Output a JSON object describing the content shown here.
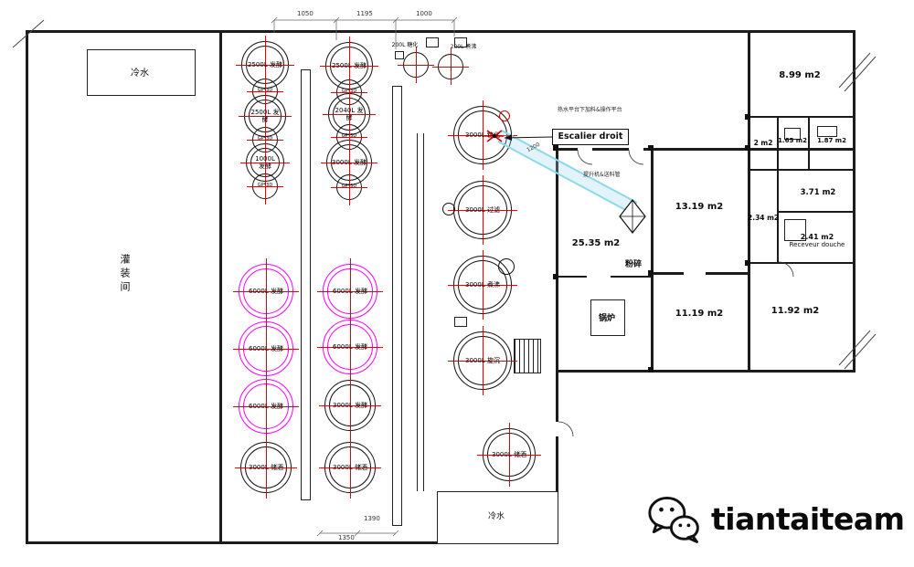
{
  "left_wing": {
    "cold_water_room": "冷水",
    "hall_name": "灌装间"
  },
  "bottom_room": {
    "label": "冷水"
  },
  "annotations": {
    "escalier": "Escalier droit",
    "mill": "粉碎",
    "boiler": "锅炉",
    "note_top": "热水平台下加料&操作平台",
    "note_mid": "提升机&送料管",
    "small_tank": "GP*3D"
  },
  "rooms": [
    {
      "area": "8.99 m2"
    },
    {
      "area": "2 m2"
    },
    {
      "area": "1.65 m2"
    },
    {
      "area": "1.87 m2"
    },
    {
      "area": "3.71 m2"
    },
    {
      "area": "2.34 m2"
    },
    {
      "area": "2.41 m2",
      "subtitle": "Receveur douche"
    },
    {
      "area": "13.19 m2"
    },
    {
      "area": "25.35 m2"
    },
    {
      "area": "11.19 m2"
    },
    {
      "area": "11.92 m2"
    }
  ],
  "tanks": [
    {
      "label": "2500L 发酵"
    },
    {
      "label": "2500L 发酵"
    },
    {
      "label": "1000L 发酵"
    },
    {
      "label": "2500L 发酵"
    },
    {
      "label": "2040L 发酵"
    },
    {
      "label": "3000L 发酵"
    },
    {
      "label": "6000L 发酵"
    },
    {
      "label": "6000L 发酵"
    },
    {
      "label": "6000L 发酵"
    },
    {
      "label": "3000L 储酒"
    },
    {
      "label": "6000L 发酵"
    },
    {
      "label": "6000L 发酵"
    },
    {
      "label": "3000L 发酵"
    },
    {
      "label": "3000L 储酒"
    },
    {
      "label": "3000L 糖化"
    },
    {
      "label": "3000L 过滤"
    },
    {
      "label": "3000L 煮沸"
    },
    {
      "label": "3000L 旋沉"
    },
    {
      "label": "3000L 储酒"
    },
    {
      "label": "200L 糖化"
    },
    {
      "label": "200L 煮沸"
    }
  ],
  "dimensions": {
    "d1050": "1050",
    "d1195": "1195",
    "d1000": "1000",
    "d1390": "1390",
    "d1350": "1350",
    "d1200": "1200"
  },
  "colors": {
    "magenta": "#ff00ff",
    "red": "#e60000",
    "cyan": "#8ed9e9"
  },
  "brand": {
    "name": "tiantaiteam"
  }
}
